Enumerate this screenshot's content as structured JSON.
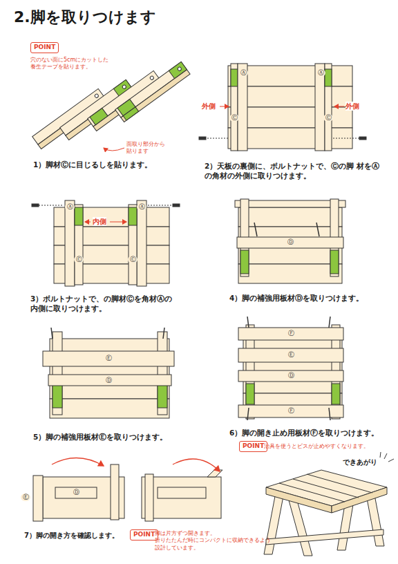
{
  "diagram": {
    "title": "2.脚を取りつけます",
    "nodes": [
      {
        "text": [
          "POINT"
        ]
      },
      {
        "text": [
          "POINT"
        ]
      },
      {
        "text": [
          "POINT"
        ]
      }
    ],
    "labels": [
      "穴のない面に5cmにカットした 養生テープを貼ります。",
      "面取り部分から 貼ります",
      "1）脚材Ⓒに目じるしを貼ります。",
      "Ⓐ",
      "Ⓐ",
      "Ⓒ",
      "Ⓒ",
      "外側",
      "外側",
      "2）天板の裏側に、ボルトナットで、Ⓒの脚 材をⒶの角材の外側に取りつけます。",
      "Ⓐ",
      "Ⓐ",
      "Ⓒ",
      "Ⓒ",
      "内側",
      "3）ボルトナットで、の脚材Ⓒを角材Ⓐの 内側に取りつけます。",
      "Ⓓ",
      "4）脚の補強用板材Ⓓを取りつけます。",
      "Ⓔ",
      "Ⓓ",
      "5）脚の補強用板材Ⓔを取りつけます。",
      "Ⓕ",
      "Ⓔ",
      "Ⓓ",
      "Ⓕ",
      "6）脚の開き止め用板材Ⓕを取りつけます。",
      "治具を使うとビスが止めやすくなります。",
      "Ⓔ",
      "Ⓓ",
      "7）脚の開き方を確認します。",
      "脚は片方ずつ開きます。 折りたたんだ時にコンパクトに収納できるよう 設計しています。",
      "できあがり"
    ]
  }
}
